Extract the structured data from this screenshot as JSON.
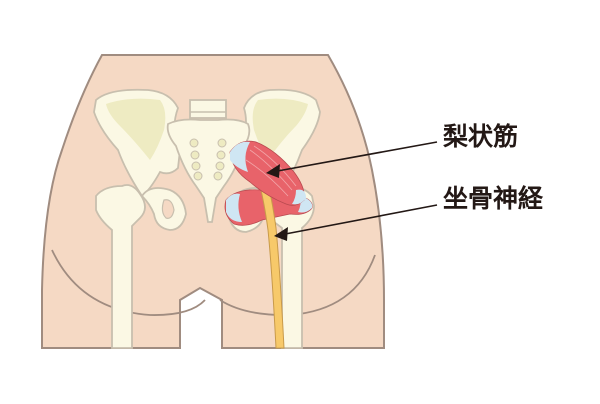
{
  "diagram": {
    "subject": "pelvis posterior view",
    "labels": [
      {
        "id": "piriformis",
        "text": "梨状筋",
        "meaning": "piriformis muscle"
      },
      {
        "id": "sciatic",
        "text": "坐骨神経",
        "meaning": "sciatic nerve"
      }
    ],
    "colors": {
      "skin": "#f5d9c4",
      "skin_outline": "#a08c80",
      "bone": "#fbf8e4",
      "bone_shade": "#eeebc2",
      "bone_outline": "#c8bfae",
      "muscle": "#e8636a",
      "muscle_tendon": "#cfe6f3",
      "nerve": "#f7c96a",
      "arrow": "#231815",
      "text": "#231815"
    }
  }
}
